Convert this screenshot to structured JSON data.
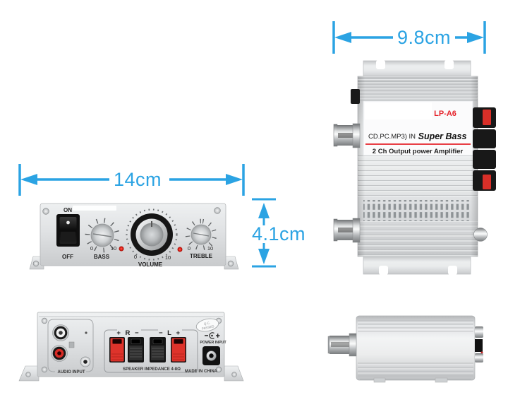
{
  "page": {
    "background": "#ffffff",
    "description": "Product photo collage of LP-A6 Super Bass mini 2-channel amplifier: top view, front view, rear view and side view with dimension callouts"
  },
  "colors": {
    "dimension_blue": "#2BA3E3",
    "label_red": "#E5242C",
    "led_red": "#D21B12",
    "terminal_red": "#DE332B",
    "body_silver": "#DCDEE0",
    "switch_black": "#121212"
  },
  "dimensions": {
    "width": "14cm",
    "depth": "9.8cm",
    "height": "4.1cm"
  },
  "top_label": {
    "model": "LP-A6",
    "inputs": "CD.PC.MP3) IN",
    "brand": "Super Bass",
    "subtitle": "2 Ch Output power Amplifier"
  },
  "front_panel": {
    "power_on": "ON",
    "power_off": "OFF",
    "bass": "BASS",
    "volume": "VOLUME",
    "treble": "TREBLE",
    "scale_min": "0",
    "scale_max": "10"
  },
  "rear_panel": {
    "audio_input": "AUDIO INPUT",
    "right_channel": "+ R −",
    "left_channel": "− L +",
    "impedance": "SPEAKER IMPEDANCE 4-8Ω",
    "made_in": "MADE IN CHINA",
    "qc_top": "Q.C.",
    "qc_bottom": "PASSED",
    "power_input": "POWER INPUT"
  }
}
